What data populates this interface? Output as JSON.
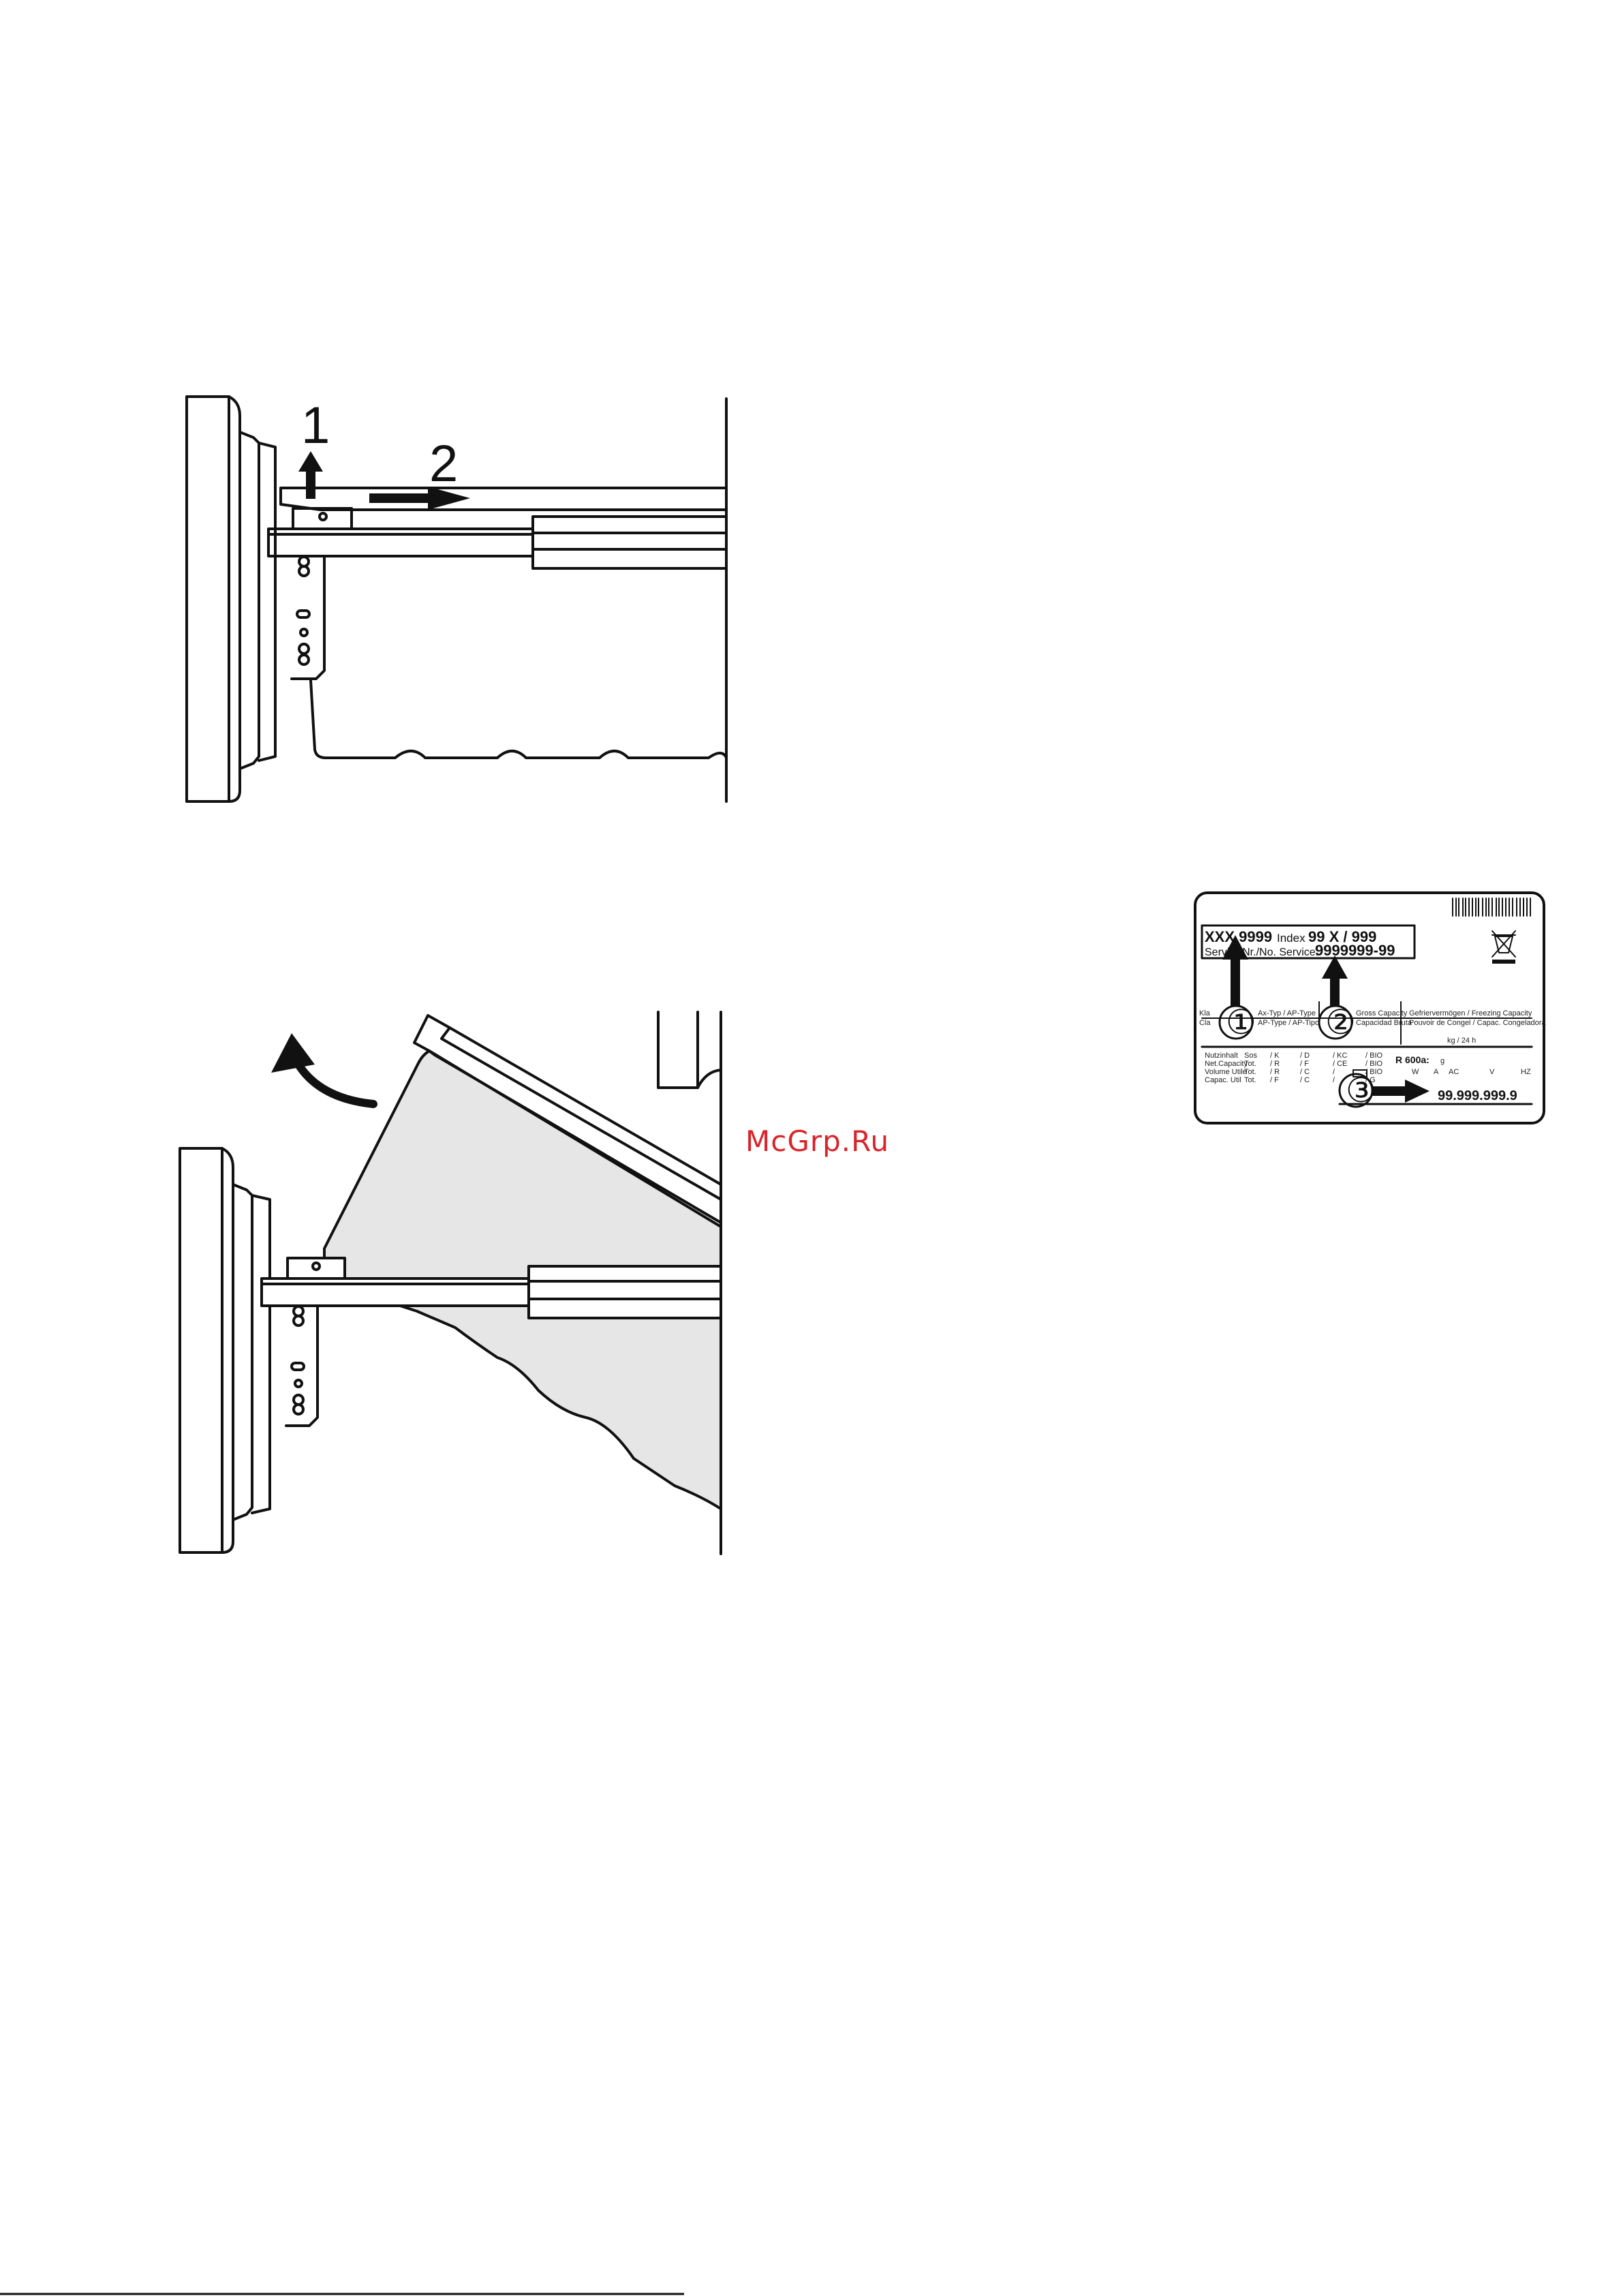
{
  "figure1": {
    "step1_label": "1",
    "step2_label": "2"
  },
  "watermark": "McGrp.Ru",
  "rating_plate": {
    "model": "XXX 9999",
    "index_label": "Index",
    "index_value": "99 X / 999",
    "service_label": "Servi   -Nr./No. Service:",
    "service_value": "9999999-99",
    "col1_a": "Kla",
    "col1_b": "Cla",
    "col2_a": "Ax-Typ / AP-Type",
    "col2_b": "AP-Type / AP-Tipo",
    "col3_a": "Gross Capacity",
    "col3_b": "Capacidad Bruta",
    "col4_a": "Gefriervermögen / Freezing Capacity",
    "col4_b": "Pouvoir de Congel / Capac. Congeladora",
    "freeze_unit": "kg / 24 h",
    "rows": [
      [
        "Nutzinhalt",
        "Sos",
        "/ K",
        "/ D",
        "/ KC",
        "/ BIO"
      ],
      [
        "Net.Capacity",
        "Tot.",
        "/ R",
        "/ F",
        "/ CE",
        "/ BIO"
      ],
      [
        "Volume Utile",
        "Tot.",
        "/ R",
        "/ C",
        "/",
        "/ BIO"
      ],
      [
        "Capac. Util",
        "Tot.",
        "/ F",
        "/ C",
        "/",
        "/ G"
      ]
    ],
    "refrigerant": "R 600a:",
    "refrigerant_unit": "g",
    "power_units": [
      "W",
      "A",
      "AC",
      "V",
      "HZ"
    ],
    "fd_number": "99.999.999.9",
    "callout_1": "①",
    "callout_2": "②",
    "callout_3": "③"
  },
  "colors": {
    "line": "#111111",
    "drawer_fill": "#e6e6e6",
    "watermark": "#d8242a"
  }
}
